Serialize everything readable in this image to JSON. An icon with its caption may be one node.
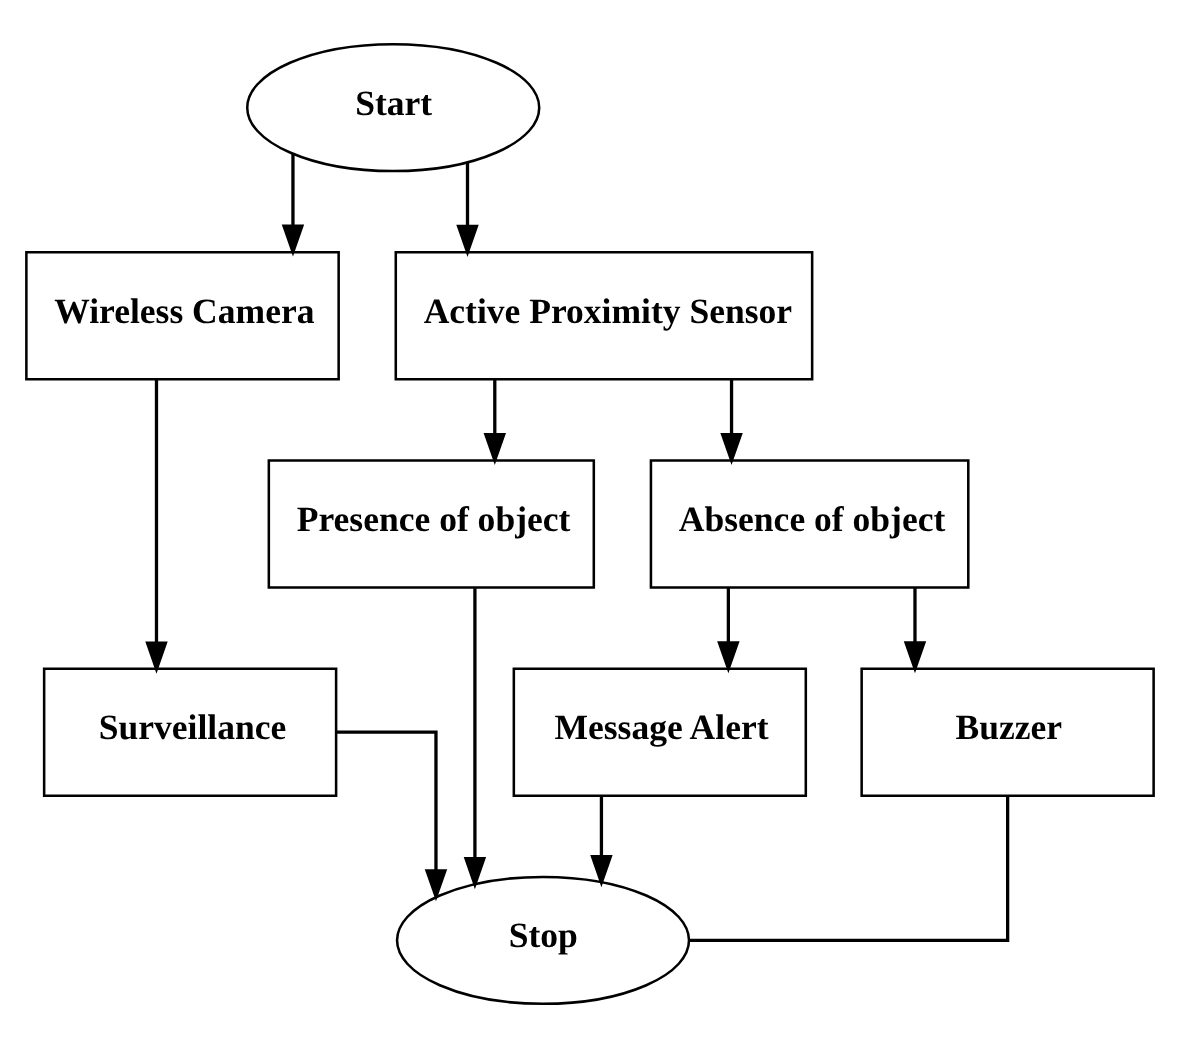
{
  "diagram": {
    "nodes": [
      {
        "text": [
          "Start"
        ]
      },
      {
        "text": [
          "Wireless Camera"
        ]
      },
      {
        "text": [
          "Active Proximity Sensor"
        ]
      },
      {
        "text": [
          "Surveillance"
        ]
      },
      {
        "text": [
          "Presence of object"
        ]
      },
      {
        "text": [
          "Absence of object"
        ]
      },
      {
        "text": [
          "Message Alert"
        ]
      },
      {
        "text": [
          "Buzzer"
        ]
      },
      {
        "text": [
          "Stop"
        ]
      }
    ],
    "edges": [
      {
        "from": 0,
        "to": 1,
        "arrow": "to"
      },
      {
        "from": 0,
        "to": 2,
        "arrow": "to"
      },
      {
        "from": 1,
        "to": 3,
        "arrow": "to"
      },
      {
        "from": 2,
        "to": 4,
        "arrow": "to"
      },
      {
        "from": 2,
        "to": 5,
        "arrow": "to"
      },
      {
        "from": 5,
        "to": 6,
        "arrow": "to"
      },
      {
        "from": 5,
        "to": 7,
        "arrow": "to"
      },
      {
        "from": 3,
        "to": 8,
        "arrow": "to"
      },
      {
        "from": 4,
        "to": 8,
        "arrow": "to"
      },
      {
        "from": 6,
        "to": 8,
        "arrow": "to"
      },
      {
        "from": 7,
        "to": 8,
        "arrow": "none"
      }
    ]
  }
}
